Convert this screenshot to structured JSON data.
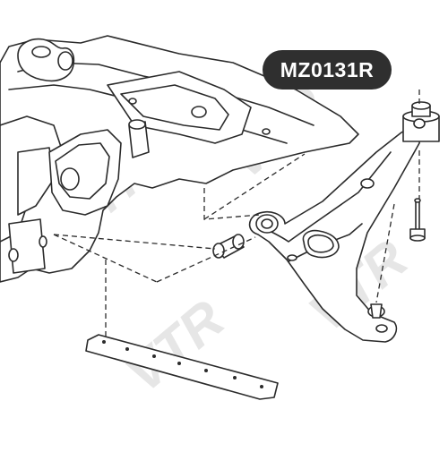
{
  "part_number": "MZ0131R",
  "watermark": {
    "text": "VTR",
    "color": "#e6e6e6"
  },
  "colors": {
    "line": "#2b2b2b",
    "label_bg": "#2f2f2f",
    "label_text": "#ffffff"
  },
  "components": [
    "subframe",
    "steering-knuckle-bracket",
    "lower-control-arm",
    "ball-joint",
    "bushing",
    "mounting-bolt",
    "reinforcement-plate"
  ]
}
